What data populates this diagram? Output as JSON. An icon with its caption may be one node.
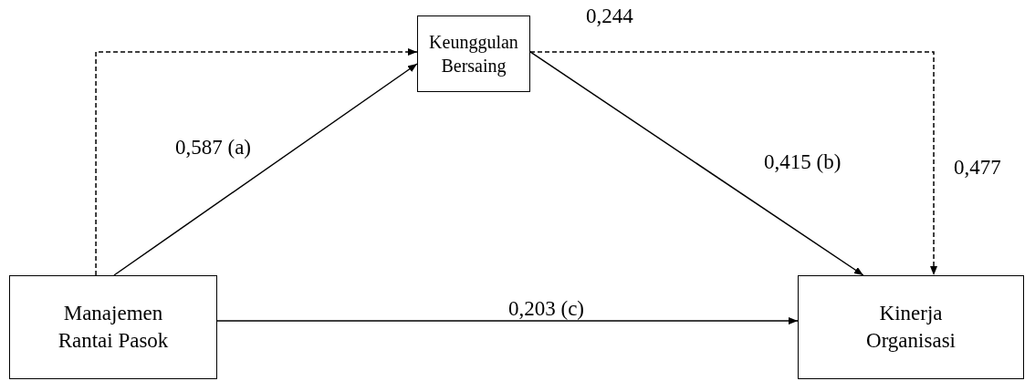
{
  "diagram": {
    "nodes": [
      {
        "text": [
          "Keunggulan Bersaing"
        ]
      },
      {
        "text": [
          "Manajemen Rantai Pasok"
        ]
      },
      {
        "text": [
          "Kinerja Organisasi"
        ]
      }
    ],
    "edges": [
      {
        "from": 1,
        "to": 0,
        "arrow": "to",
        "style": "dashed"
      },
      {
        "from": 1,
        "to": 0,
        "arrow": "to",
        "label": "0,587 (a)"
      },
      {
        "from": 0,
        "to": 2,
        "arrow": "to",
        "style": "dashed",
        "label": "0,244"
      },
      {
        "from": 0,
        "to": 2,
        "arrow": "to",
        "label": "0,415 (b)"
      },
      {
        "from": 1,
        "to": 2,
        "arrow": "to",
        "label": "0,203 (c)"
      }
    ],
    "labels": [
      "0,477"
    ]
  }
}
